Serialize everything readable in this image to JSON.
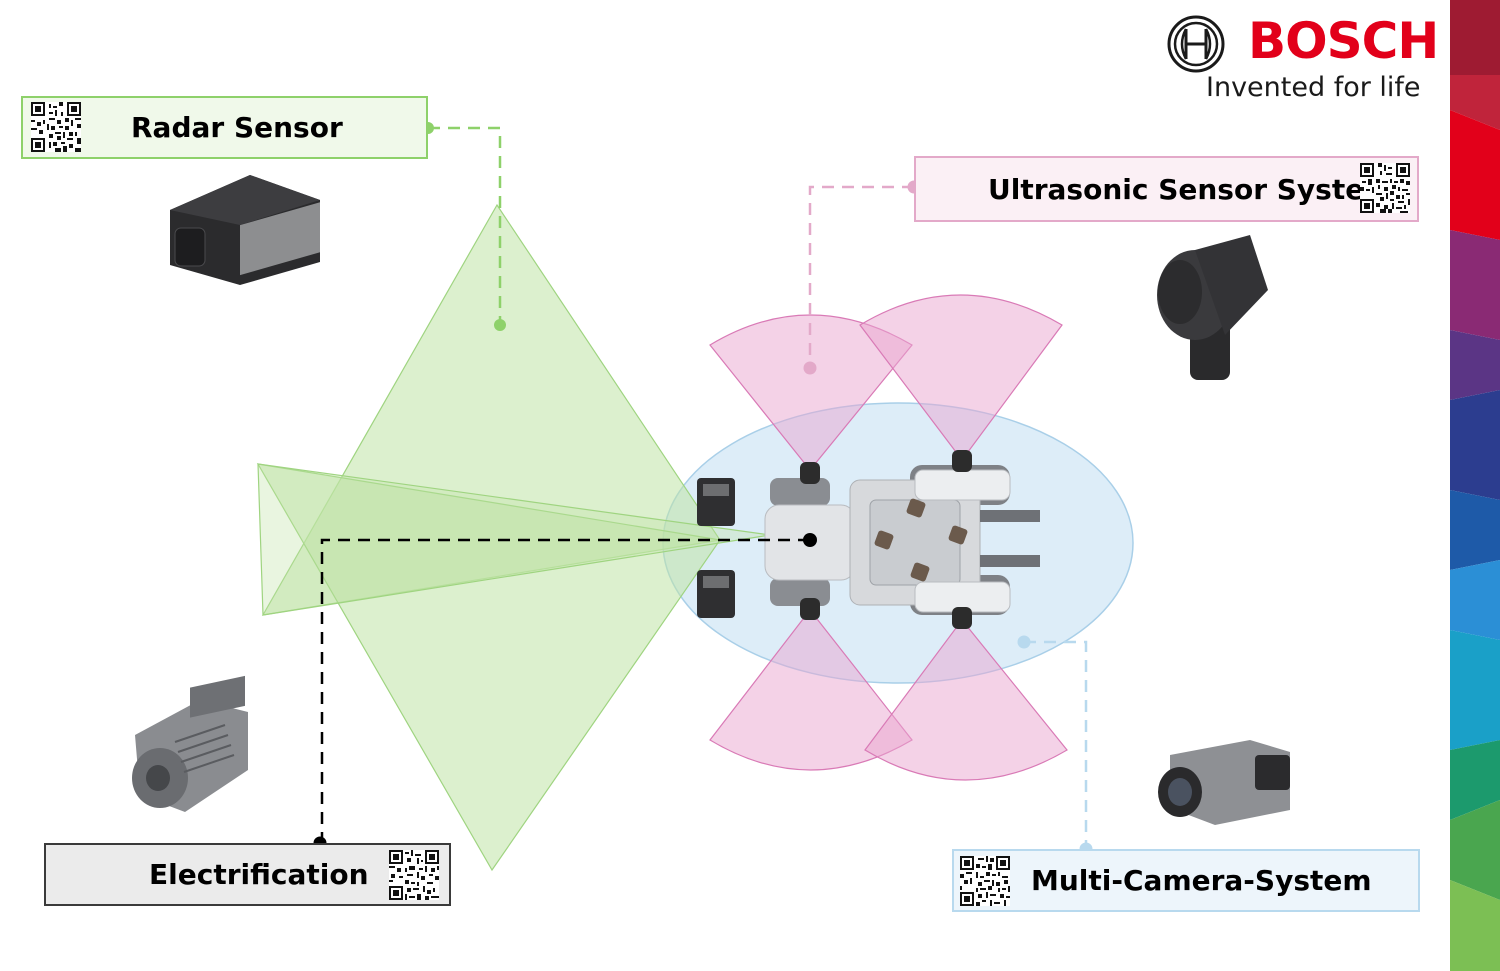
{
  "brand": {
    "name": "BOSCH",
    "tagline": "Invented for life",
    "color": "#e2001a"
  },
  "labels": {
    "radar": "Radar Sensor",
    "ultrasonic": "Ultrasonic Sensor System",
    "electrification": "Electrification",
    "camera": "Multi-Camera-System"
  },
  "colors": {
    "radar": "#8ed16a",
    "ultrasonic": "#e3a9c9",
    "electrification": "#000000",
    "camera": "#b8d9ee"
  },
  "icons": [
    "bosch-armature-logo",
    "qr-code-icon",
    "radar-sensor-device",
    "ultrasonic-sensor-device",
    "electric-motor-device",
    "camera-device",
    "tractor-top-view"
  ]
}
